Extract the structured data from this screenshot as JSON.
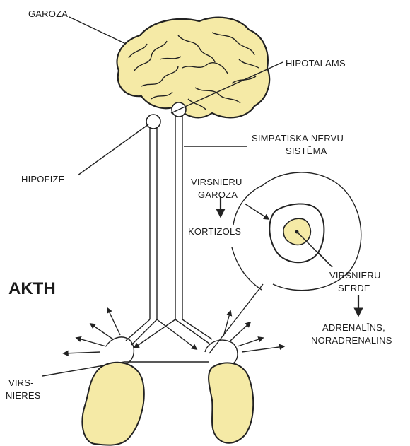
{
  "colors": {
    "organ_fill": "#f5eaa6",
    "ink": "#222222",
    "background": "#ffffff"
  },
  "labels": {
    "cortex": "GAROZA",
    "hypothalamus": "HIPOTALĀMS",
    "sympathetic_line1": "SIMPĀTISKĀ NERVU",
    "sympathetic_line2": "SISTĒMA",
    "pituitary": "HIPOFĪZE",
    "adrenal_cortex_line1": "VIRSNIERU",
    "adrenal_cortex_line2": "GAROZA",
    "cortisol": "KORTIZOLS",
    "acth": "AKTH",
    "adrenal_medulla_line1": "VIRSNIERU",
    "adrenal_medulla_line2": "SERDE",
    "hormones_line1": "ADRENALĪNS,",
    "hormones_line2": "NORADRENALĪNS",
    "kidneys_line1": "VIRS-",
    "kidneys_line2": "NIERES"
  },
  "icons": [
    "brain-icon",
    "kidney-icon",
    "arrow-icon"
  ]
}
